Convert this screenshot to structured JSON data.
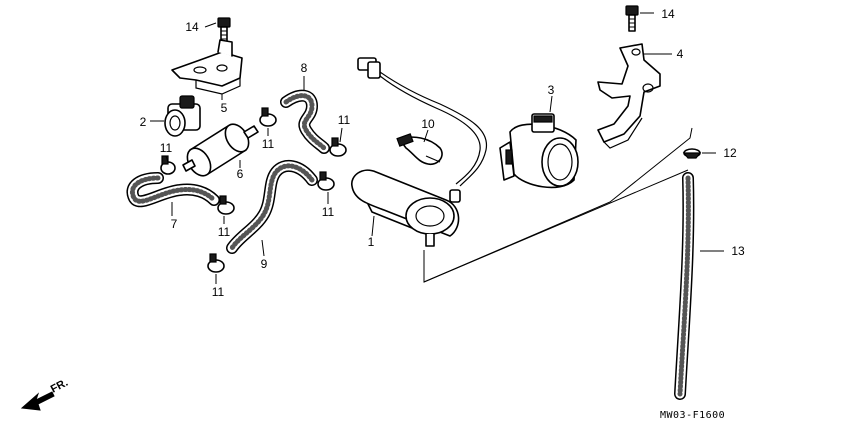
{
  "callouts": {
    "n1": "1",
    "n2": "2",
    "n3": "3",
    "n4": "4",
    "n5": "5",
    "n6": "6",
    "n7": "7",
    "n8": "8",
    "n9": "9",
    "n10": "10",
    "n11a": "11",
    "n11b": "11",
    "n11c": "11",
    "n11d": "11",
    "n11e": "11",
    "n11f": "11",
    "n12": "12",
    "n13": "13",
    "n14a": "14",
    "n14b": "14"
  },
  "front_label": "FR.",
  "diagram_code": "MW03-F1600"
}
